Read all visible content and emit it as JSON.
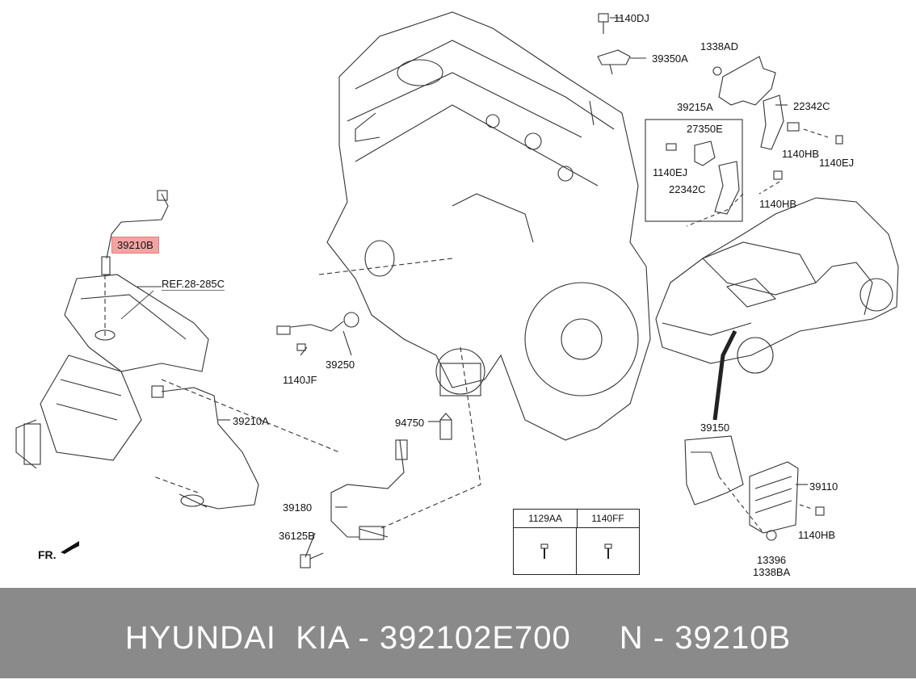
{
  "labels": {
    "p1140DJ": "1140DJ",
    "p39350A": "39350A",
    "p1338AD": "1338AD",
    "p39215A": "39215A",
    "p27350E": "27350E",
    "p22342C_a": "22342C",
    "p1140HB_a": "1140HB",
    "p1140EJ_a": "1140EJ",
    "p1140EJ_b": "1140EJ",
    "p22342C_b": "22342C",
    "p1140HB_b": "1140HB",
    "p39210B": "39210B",
    "ref": "REF.28-285C",
    "p39250": "39250",
    "p1140JF": "1140JF",
    "p39210A": "39210A",
    "p94750": "94750",
    "p39150": "39150",
    "p39110": "39110",
    "p1140HB_c": "1140HB",
    "p39180": "39180",
    "p36125B": "36125B",
    "p13396": "13396",
    "p1338BA": "1338BA"
  },
  "direction": "FR.",
  "legend": {
    "col1": "1129AA",
    "col2": "1140FF"
  },
  "footer": {
    "brand": "HYUNDAI  KIA - 392102E700",
    "number": "N - 39210B"
  },
  "colors": {
    "highlight": "#f4a3a3",
    "footer_bg": "#8a8a8a",
    "footer_text": "#ffffff"
  }
}
